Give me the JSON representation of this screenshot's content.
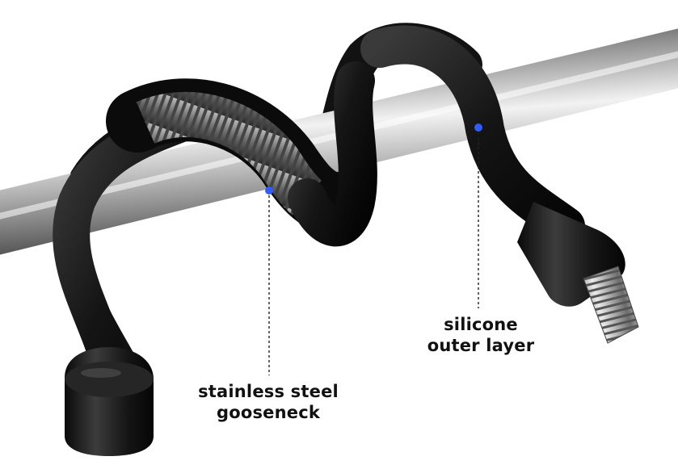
{
  "colors": {
    "accent_dot": "#2f5bff",
    "silicone": "#141414",
    "rod": "#9a9a9a",
    "background": "#ffffff"
  },
  "callouts": {
    "gooseneck": {
      "line1": "stainless steel",
      "line2": "gooseneck"
    },
    "silicone": {
      "line1": "silicone",
      "line2": "outer layer"
    }
  }
}
